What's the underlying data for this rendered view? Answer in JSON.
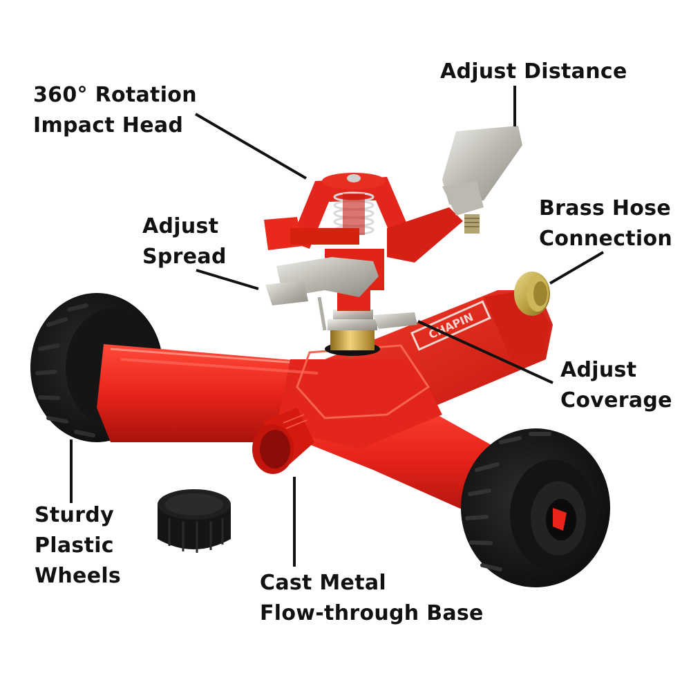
{
  "brand": {
    "logo_text": "CHAPIN"
  },
  "colors": {
    "background": "#ffffff",
    "base_red": "#e8241b",
    "base_red_dark": "#b8140e",
    "base_red_light": "#ff5a48",
    "wheel_black": "#1c1c1c",
    "wheel_dark": "#0e0e0e",
    "metal_silver": "#c9c6bf",
    "brass": "#c9a23a",
    "label_text": "#111111",
    "callout_line": "#111111"
  },
  "callouts": [
    {
      "id": "rotation-head",
      "lines": [
        "360° Rotation",
        "Impact Head"
      ]
    },
    {
      "id": "adjust-distance",
      "lines": [
        "Adjust Distance"
      ]
    },
    {
      "id": "brass-hose",
      "lines": [
        "Brass Hose",
        "Connection"
      ]
    },
    {
      "id": "adjust-spread",
      "lines": [
        "Adjust",
        "Spread"
      ]
    },
    {
      "id": "adjust-coverage",
      "lines": [
        "Adjust",
        "Coverage"
      ]
    },
    {
      "id": "wheels",
      "lines": [
        "Sturdy",
        "Plastic",
        "Wheels"
      ]
    },
    {
      "id": "base",
      "lines": [
        "Cast Metal",
        "Flow-through Base"
      ]
    }
  ]
}
